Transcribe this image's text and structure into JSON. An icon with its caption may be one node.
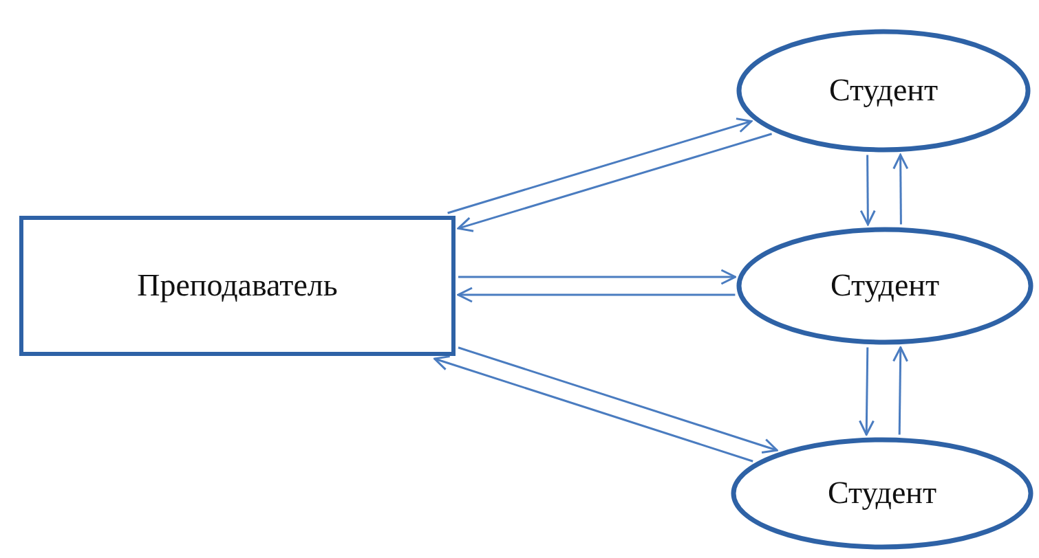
{
  "diagram": {
    "nodes": [
      {
        "text": [
          "Преподаватель"
        ]
      },
      {
        "text": [
          "Студент"
        ]
      },
      {
        "text": [
          "Студент"
        ]
      },
      {
        "text": [
          "Студент"
        ]
      }
    ],
    "edges": [
      {
        "from": 0,
        "to": 1,
        "arrow": "to"
      },
      {
        "from": 1,
        "to": 0,
        "arrow": "to"
      },
      {
        "from": 0,
        "to": 2,
        "arrow": "to"
      },
      {
        "from": 2,
        "to": 0,
        "arrow": "to"
      },
      {
        "from": 0,
        "to": 3,
        "arrow": "to"
      },
      {
        "from": 3,
        "to": 0,
        "arrow": "to"
      },
      {
        "from": 1,
        "to": 2,
        "arrow": "to"
      },
      {
        "from": 2,
        "to": 1,
        "arrow": "to"
      },
      {
        "from": 2,
        "to": 3,
        "arrow": "to"
      },
      {
        "from": 3,
        "to": 2,
        "arrow": "to"
      }
    ]
  }
}
